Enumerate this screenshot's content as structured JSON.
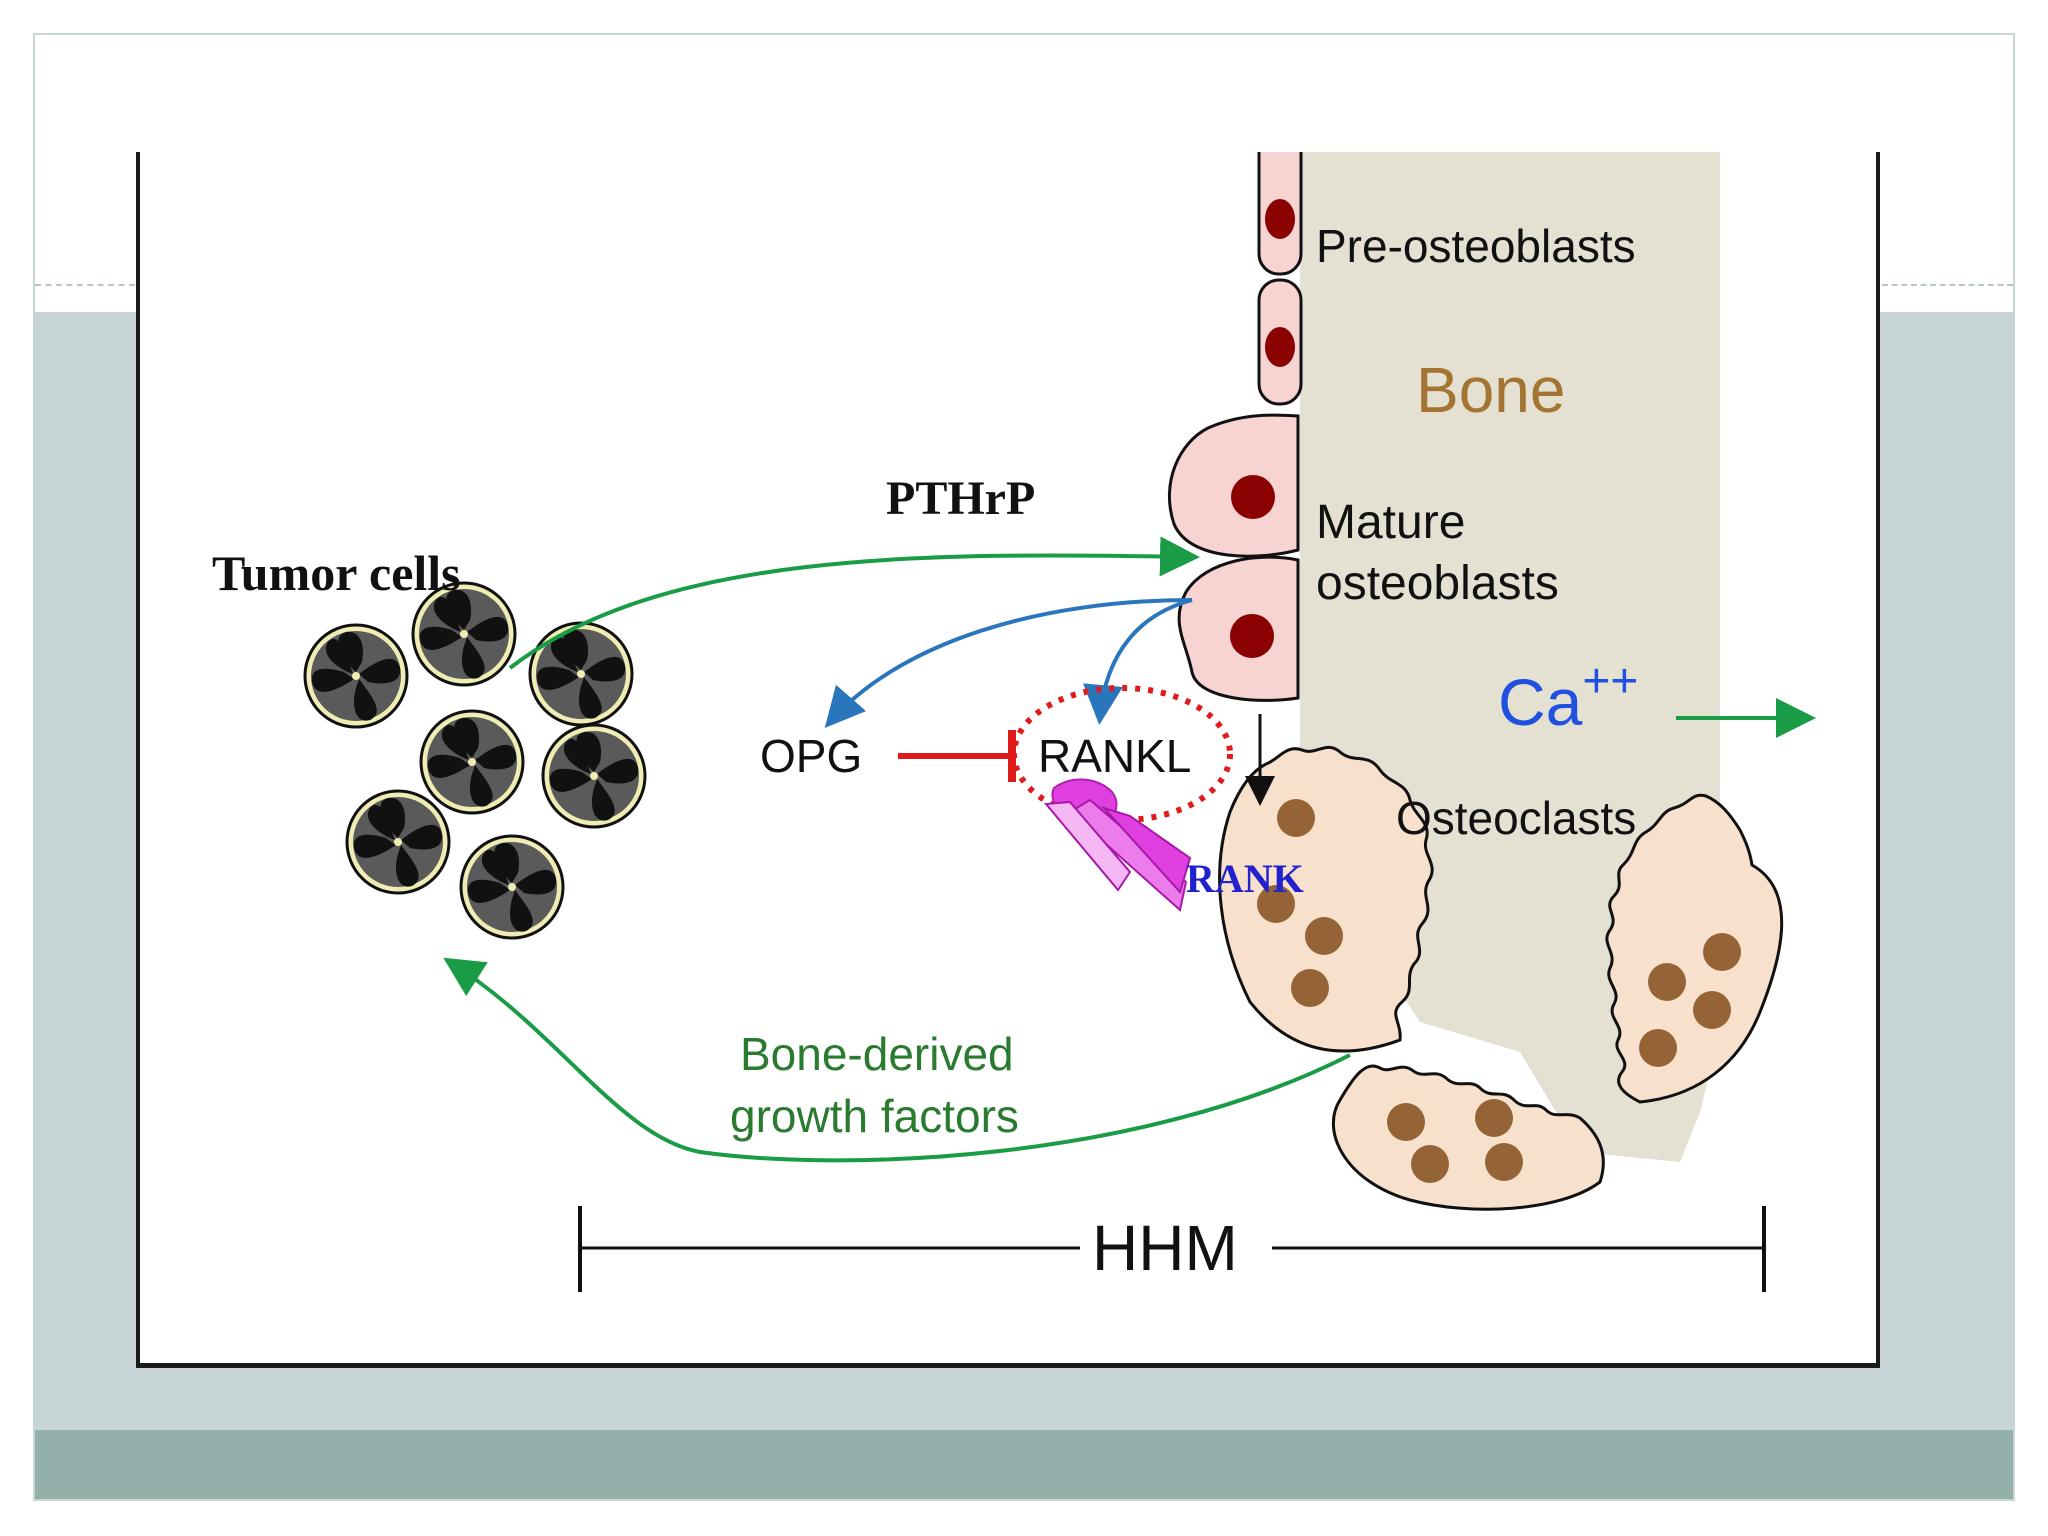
{
  "labels": {
    "pre_osteoblasts": "Pre-osteoblasts",
    "bone": "Bone",
    "mature_1": "Mature",
    "mature_2": "osteoblasts",
    "pthrp": "PTHrP",
    "tumor_cells": "Tumor cells",
    "ca_base": "Ca",
    "ca_sup": "++",
    "opg": "OPG",
    "rankl": "RANKL",
    "rank": "RANK",
    "osteoclasts": "Osteoclasts",
    "bdgf_1": "Bone-derived",
    "bdgf_2": "growth factors",
    "hhm": "HHM"
  },
  "colors": {
    "bone": "#e4e0d2",
    "bone_label": "#a47432",
    "osteoblast_fill": "#f7d3d1",
    "osteoblast_nucleus": "#8b0000",
    "osteoclast_fill": "#f7e1cc",
    "osteoclast_nucleus": "#946436",
    "arrow_green": "#1a9c46",
    "arrow_blue": "#2a76bd",
    "inhibit_red": "#e01b1b",
    "ca_blue": "#2050e0",
    "rank_blue": "#2222cc",
    "rank_magenta": "#e040e0",
    "text_green": "#2a7a30",
    "slide_band": "#c7d4d6",
    "slide_band_dark": "#93b0aa"
  },
  "icons": [
    "tumor-cell-icon",
    "osteoblast-icon",
    "osteoclast-icon",
    "rank-receptor-icon"
  ]
}
